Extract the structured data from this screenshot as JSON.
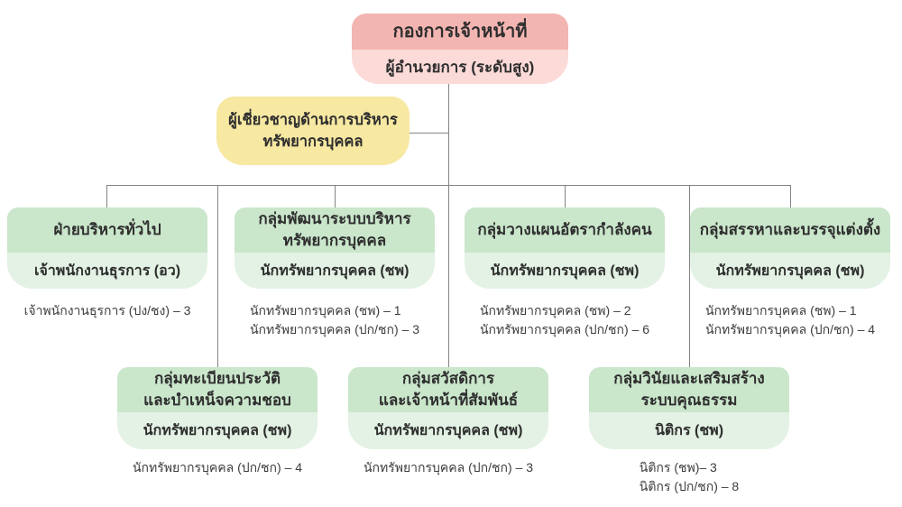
{
  "root": {
    "title": "กองการเจ้าหน้าที่",
    "subtitle": "ผู้อำนวยการ (ระดับสูง)"
  },
  "advisor": {
    "line1": "ผู้เชี่ยวชาญด้านการบริหาร",
    "line2": "ทรัพยากรบุคคล"
  },
  "groups": [
    {
      "title1": "ฝ่ายบริหารทั่วไป",
      "title2": "",
      "chief": "เจ้าพนักงานธุรการ (อว)",
      "notes": [
        "เจ้าพนักงานธุรการ (ปง/ชง) – 3"
      ]
    },
    {
      "title1": "กลุ่มพัฒนาระบบบริหาร",
      "title2": "ทรัพยากรบุคคล",
      "chief": "นักทรัพยากรบุคคล (ชพ)",
      "notes": [
        "นักทรัพยากรบุคคล (ชพ) – 1",
        "นักทรัพยากรบุคคล (ปก/ชก) – 3"
      ]
    },
    {
      "title1": "กลุ่มวางแผนอัตรากำลังคน",
      "title2": "",
      "chief": "นักทรัพยากรบุคคล (ชพ)",
      "notes": [
        "นักทรัพยากรบุคคล (ชพ) – 2",
        "นักทรัพยากรบุคคล (ปก/ชก) – 6"
      ]
    },
    {
      "title1": "กลุ่มสรรหาและบรรจุแต่งตั้ง",
      "title2": "",
      "chief": "นักทรัพยากรบุคคล (ชพ)",
      "notes": [
        "นักทรัพยากรบุคคล (ชพ) – 1",
        "นักทรัพยากรบุคคล (ปก/ชก) – 4"
      ]
    },
    {
      "title1": "กลุ่มทะเบียนประวัติ",
      "title2": "และบำเหน็จความชอบ",
      "chief": "นักทรัพยากรบุคคล (ชพ)",
      "notes": [
        "นักทรัพยากรบุคคล (ปก/ชก) – 4"
      ]
    },
    {
      "title1": "กลุ่มสวัสดิการ",
      "title2": "และเจ้าหน้าที่สัมพันธ์",
      "chief": "นักทรัพยากรบุคคล (ชพ)",
      "notes": [
        "นักทรัพยากรบุคคล (ปก/ชก) – 3"
      ]
    },
    {
      "title1": "กลุ่มวินัยและเสริมสร้าง",
      "title2": "ระบบคุณธรรม",
      "chief": "นิติกร (ชพ)",
      "notes": [
        "นิติกร (ชพ)– 3",
        "นิติกร (ปก/ชก) – 8"
      ]
    }
  ],
  "colors": {
    "root_header": "#f3b5b1",
    "root_sub": "#fbdad8",
    "advisor": "#f7e8a2",
    "group_header": "#cae6cb",
    "group_sub": "#e3f2e4",
    "connector": "#848484",
    "heading_text": "#2e2e2e",
    "note_text": "#3d3d3d"
  }
}
